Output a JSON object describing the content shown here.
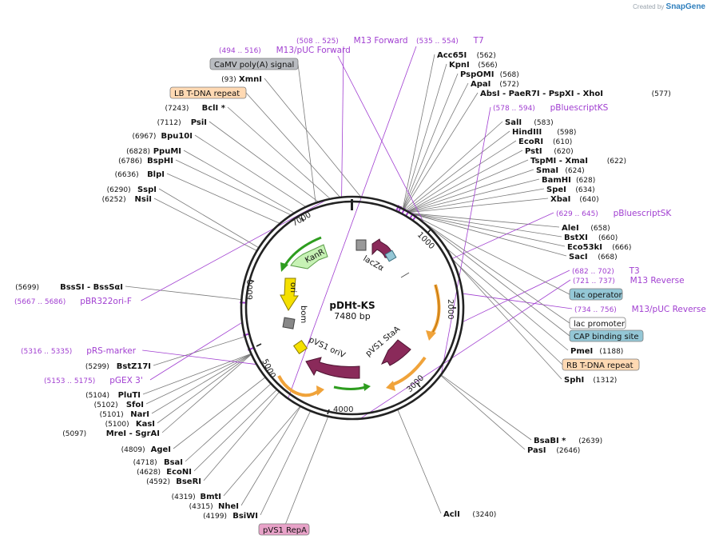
{
  "branding": {
    "created_by": "Created by",
    "logo": "SnapGene"
  },
  "plasmid": {
    "name": "pDHt-KS",
    "size_label": "7480 bp",
    "length": 7480
  },
  "ticks": [
    "1000",
    "2000",
    "3000",
    "4000",
    "5000",
    "6000",
    "7000"
  ],
  "colors": {
    "feature_purple": "#9e2ea0",
    "label_purple": "#a13fd1",
    "backbone": "#222222",
    "enzyme_line": "#7a7a7a",
    "kan": "#2e9d1f",
    "ori": "#f0d000",
    "repa_arc": "#f0a33a",
    "lac": "#8a2a5a"
  },
  "enzymes": [
    {
      "name": "Acc65I",
      "pos": "(562)"
    },
    {
      "name": "KpnI",
      "pos": "(566)"
    },
    {
      "name": "PspOMI",
      "pos": "(568)"
    },
    {
      "name": "ApaI",
      "pos": "(572)"
    },
    {
      "name": "AbsI  - PaeR7I  - PspXI  - XhoI",
      "pos": "(577)"
    },
    {
      "name": "SalI",
      "pos": "(583)"
    },
    {
      "name": "HindIII",
      "pos": "(598)"
    },
    {
      "name": "EcoRI",
      "pos": "(610)"
    },
    {
      "name": "PstI",
      "pos": "(620)"
    },
    {
      "name": "TspMI  - XmaI",
      "pos": "(622)"
    },
    {
      "name": "SmaI",
      "pos": "(624)"
    },
    {
      "name": "BamHI",
      "pos": "(628)"
    },
    {
      "name": "SpeI",
      "pos": "(634)"
    },
    {
      "name": "XbaI",
      "pos": "(640)"
    },
    {
      "name": "AleI",
      "pos": "(658)"
    },
    {
      "name": "BstXI",
      "pos": "(660)"
    },
    {
      "name": "Eco53kI",
      "pos": "(666)"
    },
    {
      "name": "SacI",
      "pos": "(668)"
    },
    {
      "name": "PmeI",
      "pos": "(1188)"
    },
    {
      "name": "SphI",
      "pos": "(1312)"
    },
    {
      "name": "BsaBI *",
      "pos": "(2639)"
    },
    {
      "name": "PasI",
      "pos": "(2646)"
    },
    {
      "name": "AclI",
      "pos": "(3240)"
    },
    {
      "name": "BsiWI",
      "pos": "(4199)"
    },
    {
      "name": "NheI",
      "pos": "(4315)"
    },
    {
      "name": "BmtI",
      "pos": "(4319)"
    },
    {
      "name": "BseRI",
      "pos": "(4592)"
    },
    {
      "name": "EcoNI",
      "pos": "(4628)"
    },
    {
      "name": "BsaI",
      "pos": "(4718)"
    },
    {
      "name": "AgeI",
      "pos": "(4809)"
    },
    {
      "name": "MreI  - SgrAI",
      "pos": "(5097)"
    },
    {
      "name": "KasI",
      "pos": "(5100)"
    },
    {
      "name": "NarI",
      "pos": "(5101)"
    },
    {
      "name": "SfoI",
      "pos": "(5102)"
    },
    {
      "name": "PluTI",
      "pos": "(5104)"
    },
    {
      "name": "BstZ17I",
      "pos": "(5299)"
    },
    {
      "name": "BssSI  - BssSαI",
      "pos": "(5699)"
    },
    {
      "name": "NsiI",
      "pos": "(6252)"
    },
    {
      "name": "SspI",
      "pos": "(6290)"
    },
    {
      "name": "BlpI",
      "pos": "(6636)"
    },
    {
      "name": "BspHI",
      "pos": "(6786)"
    },
    {
      "name": "PpuMI",
      "pos": "(6828)"
    },
    {
      "name": "Bpu10I",
      "pos": "(6967)"
    },
    {
      "name": "PsiI",
      "pos": "(7112)"
    },
    {
      "name": "BclI *",
      "pos": "(7243)"
    },
    {
      "name": "XmnI",
      "pos": "(93)"
    }
  ],
  "primers": [
    {
      "name": "M13 Forward",
      "range": "(508 .. 525)"
    },
    {
      "name": "T7",
      "range": "(535 .. 554)"
    },
    {
      "name": "M13/pUC Forward",
      "range": "(494 .. 516)"
    },
    {
      "name": "pBluescriptKS",
      "range": "(578 .. 594)"
    },
    {
      "name": "pBluescriptSK",
      "range": "(629 .. 645)"
    },
    {
      "name": "T3",
      "range": "(682 .. 702)"
    },
    {
      "name": "M13 Reverse",
      "range": "(721 .. 737)"
    },
    {
      "name": "M13/pUC Reverse",
      "range": "(734 .. 756)"
    },
    {
      "name": "pBR322ori-F",
      "range": "(5667 .. 5686)"
    },
    {
      "name": "pRS-marker",
      "range": "(5316 .. 5335)"
    },
    {
      "name": "pGEX 3'",
      "range": "(5153 .. 5175)"
    }
  ],
  "boxed_labels": [
    {
      "text": "CaMV poly(A) signal",
      "fill": "#b9bcc1"
    },
    {
      "text": "LB T-DNA repeat",
      "fill": "#ffd9b3"
    },
    {
      "text": "lac operator",
      "fill": "#94c7d6"
    },
    {
      "text": "lac promoter",
      "fill": "#ffffff"
    },
    {
      "text": "CAP binding site",
      "fill": "#94c7d6"
    },
    {
      "text": "RB T-DNA repeat",
      "fill": "#ffd9b3"
    },
    {
      "text": "pVS1 RepA",
      "fill": "#e8a2c8"
    }
  ],
  "features": [
    {
      "text": "KanR"
    },
    {
      "text": "ori"
    },
    {
      "text": "bom"
    },
    {
      "text": "lacZα"
    },
    {
      "text": "pVS1 oriV"
    },
    {
      "text": "pVS1 StaA"
    }
  ]
}
